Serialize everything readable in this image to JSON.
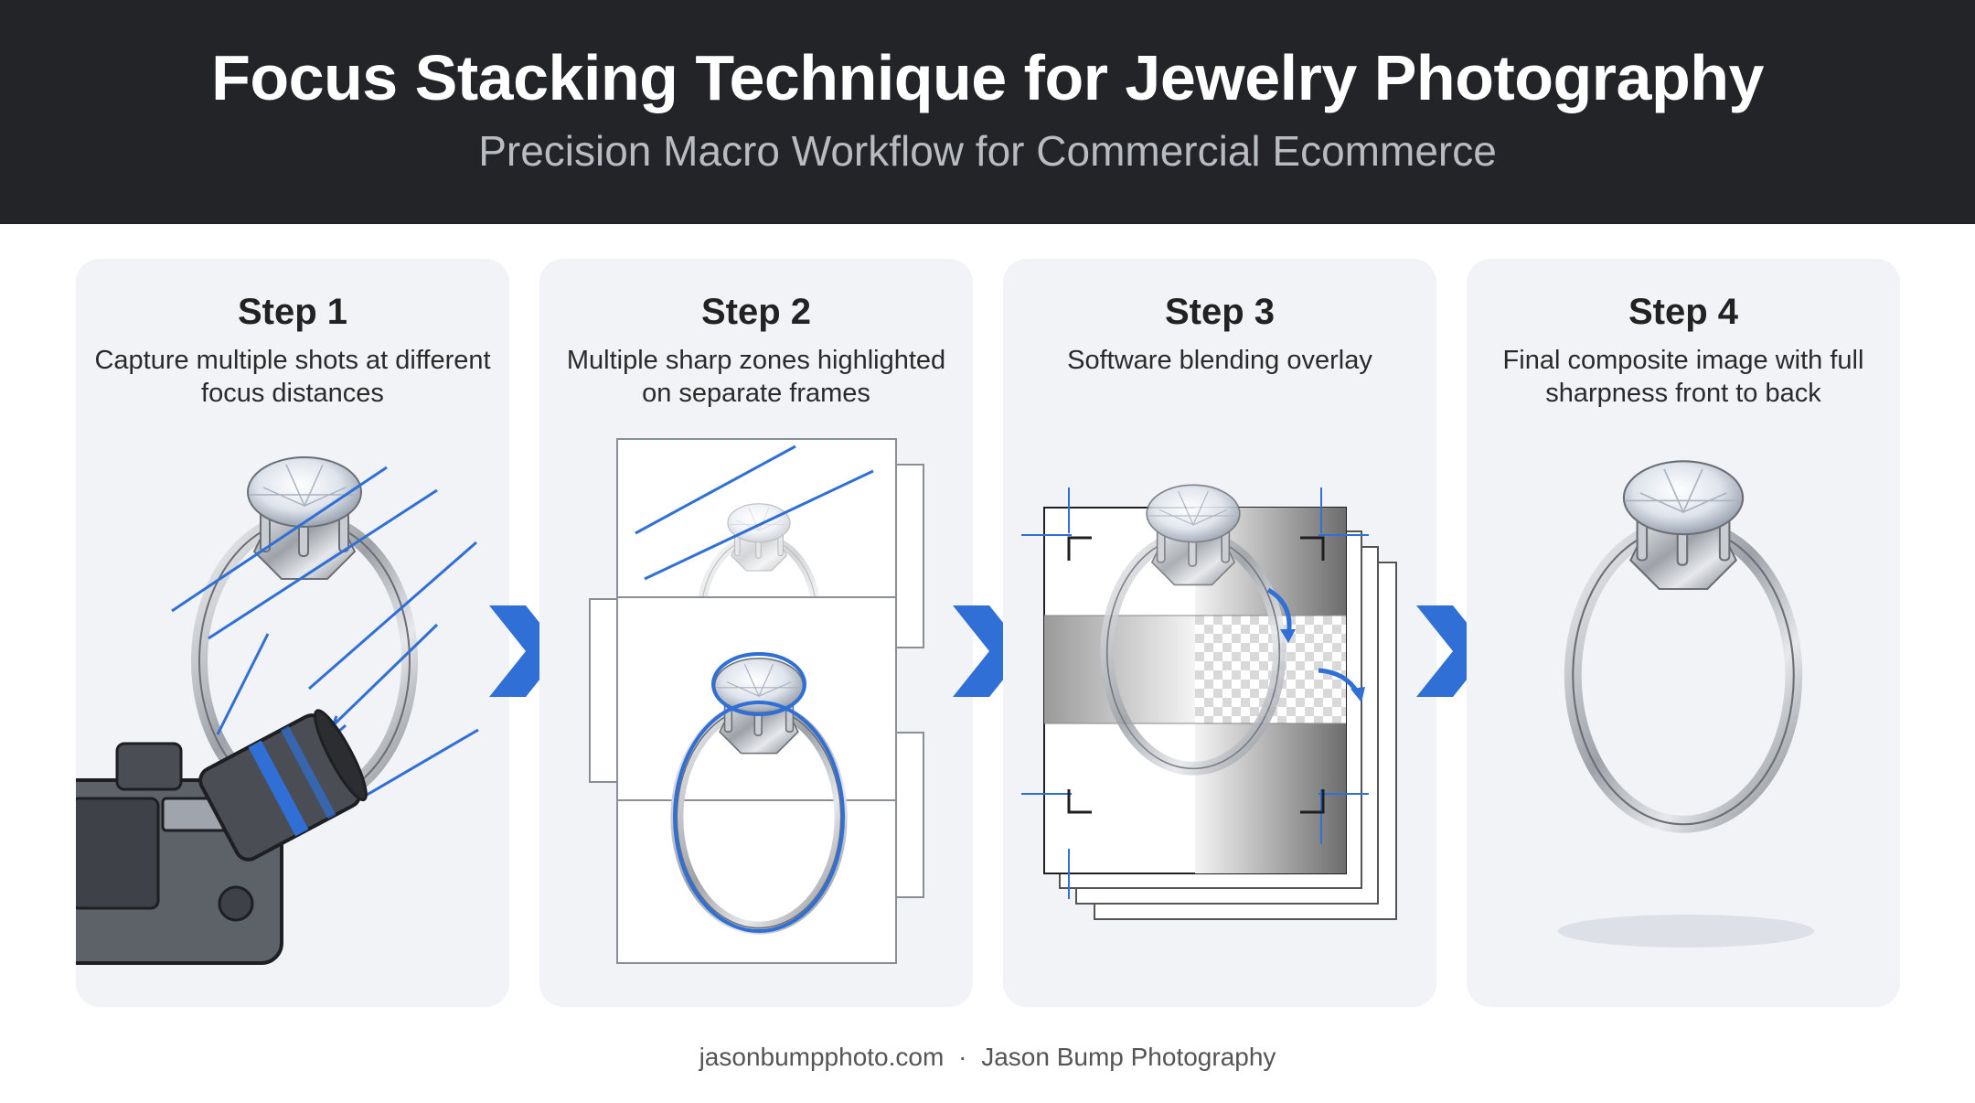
{
  "header": {
    "title": "Focus Stacking Technique for Jewelry Photography",
    "subtitle": "Precision Macro Workflow for Commercial Ecommerce"
  },
  "steps": [
    {
      "label": "Step 1",
      "description": "Capture multiple shots at different focus distances"
    },
    {
      "label": "Step 2",
      "description": "Multiple sharp zones highlighted on separate frames"
    },
    {
      "label": "Step 3",
      "description": "Software blending overlay"
    },
    {
      "label": "Step 4",
      "description": "Final composite image with full sharpness front to back"
    }
  ],
  "footer": {
    "site": "jasonbumpphoto.com",
    "separator": "·",
    "brand": "Jason Bump Photography"
  },
  "colors": {
    "header_bg": "#222428",
    "panel_bg": "#f1f3f7",
    "accent_blue": "#2f6fd6"
  },
  "icons": [
    "chevron-right-icon",
    "camera-icon",
    "ring-icon"
  ]
}
